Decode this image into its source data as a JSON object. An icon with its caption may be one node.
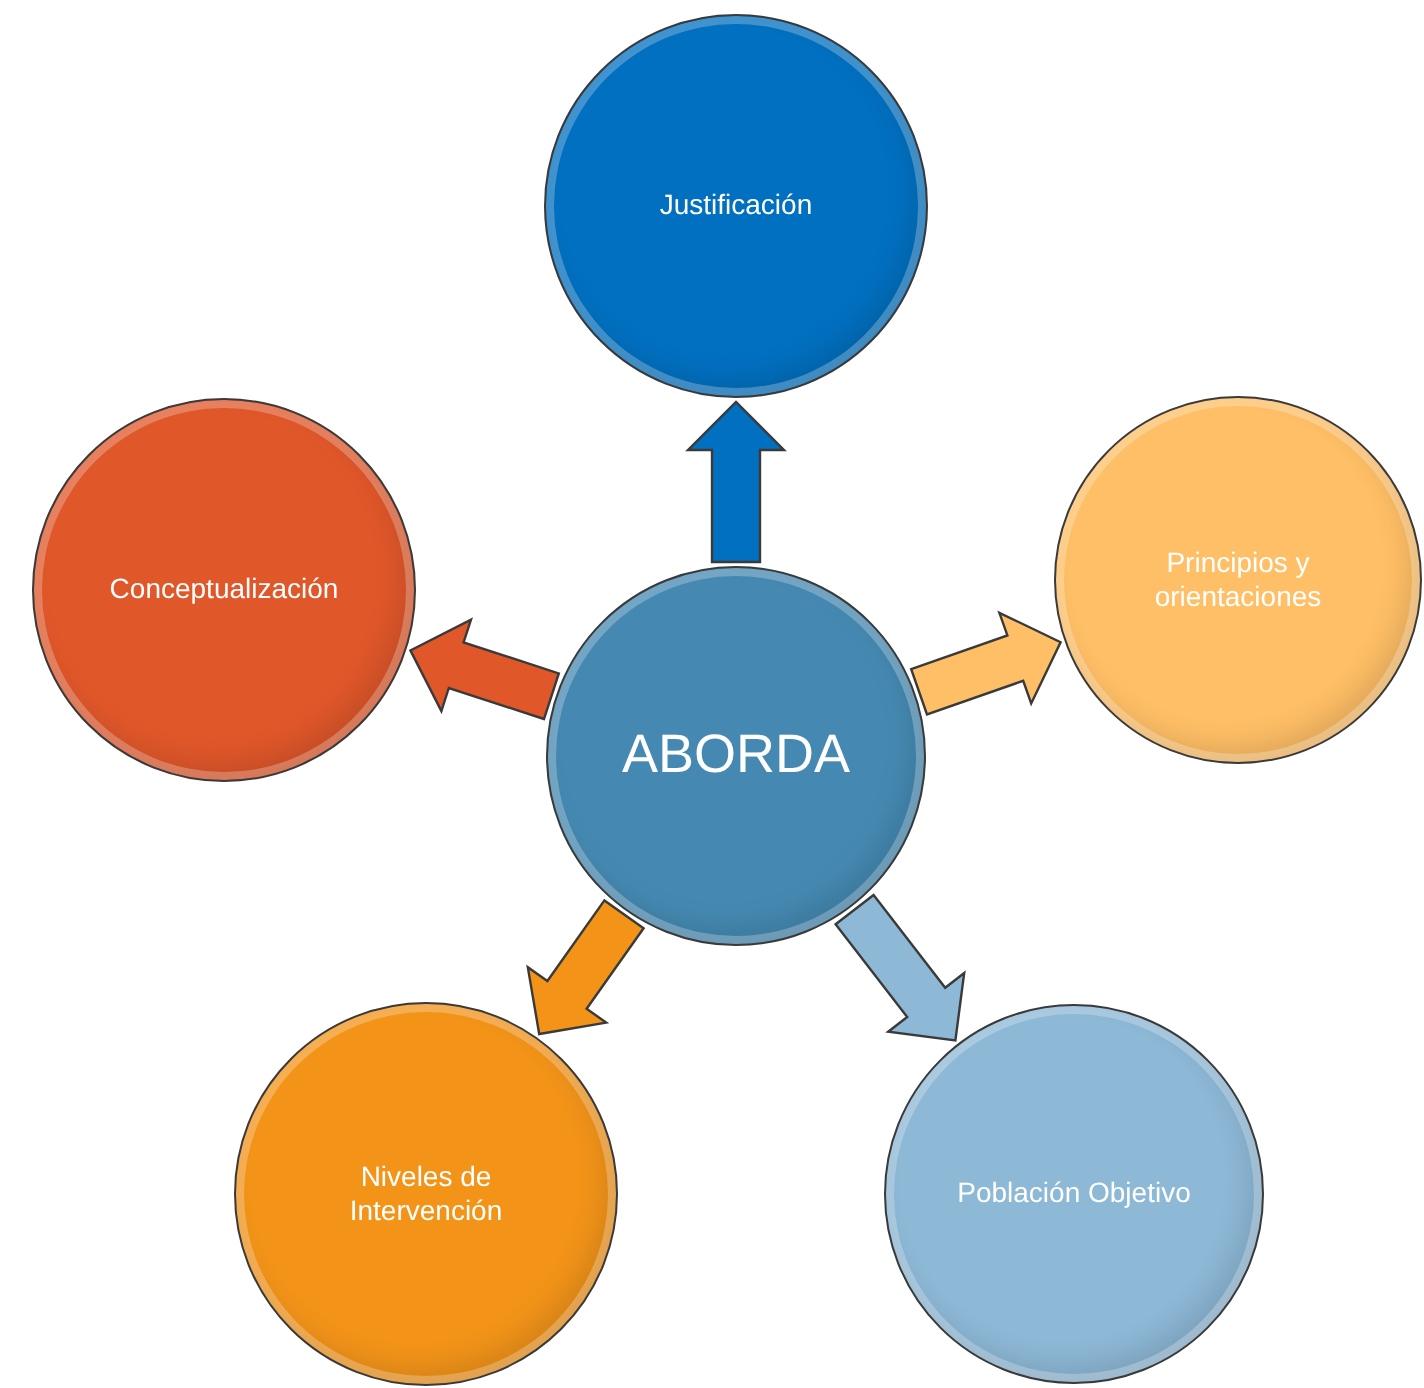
{
  "diagram": {
    "nodes": [
      {
        "text": [
          "ABORDA"
        ]
      },
      {
        "text": [
          "Justificación"
        ]
      },
      {
        "text": [
          "Principios y orientaciones"
        ]
      },
      {
        "text": [
          "Población Objetivo"
        ]
      },
      {
        "text": [
          "Niveles de Intervención"
        ]
      },
      {
        "text": [
          "Conceptualización"
        ]
      }
    ],
    "edges": [
      {
        "from": 0,
        "to": 1,
        "arrow": "to",
        "color": "#0270c0"
      },
      {
        "from": 0,
        "to": 2,
        "arrow": "to",
        "color": "#ffbf66"
      },
      {
        "from": 0,
        "to": 3,
        "arrow": "to",
        "color": "#8db8d6"
      },
      {
        "from": 0,
        "to": 4,
        "arrow": "to",
        "color": "#f39419"
      },
      {
        "from": 0,
        "to": 5,
        "arrow": "to",
        "color": "#e0572a"
      }
    ]
  }
}
